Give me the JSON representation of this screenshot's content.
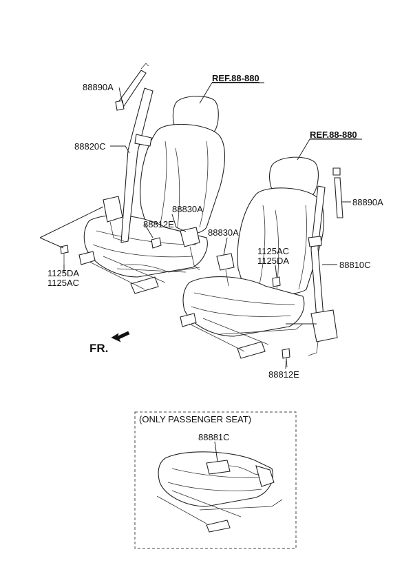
{
  "diagram": {
    "labels": {
      "ref_left": "REF.88-880",
      "ref_right": "REF.88-880",
      "p88890A_left": "88890A",
      "p88820C": "88820C",
      "p88830A_left": "88830A",
      "p88812E_left": "88812E",
      "p1125DA_left": "1125DA",
      "p1125AC_left": "1125AC",
      "p88830A_right": "88830A",
      "p1125AC_right": "1125AC",
      "p1125DA_right": "1125DA",
      "p88890A_right": "88890A",
      "p88810C": "88810C",
      "p88812E_right": "88812E",
      "fr": "FR.",
      "inset_title": "(ONLY PASSENGER SEAT)",
      "p88881C": "88881C"
    }
  }
}
